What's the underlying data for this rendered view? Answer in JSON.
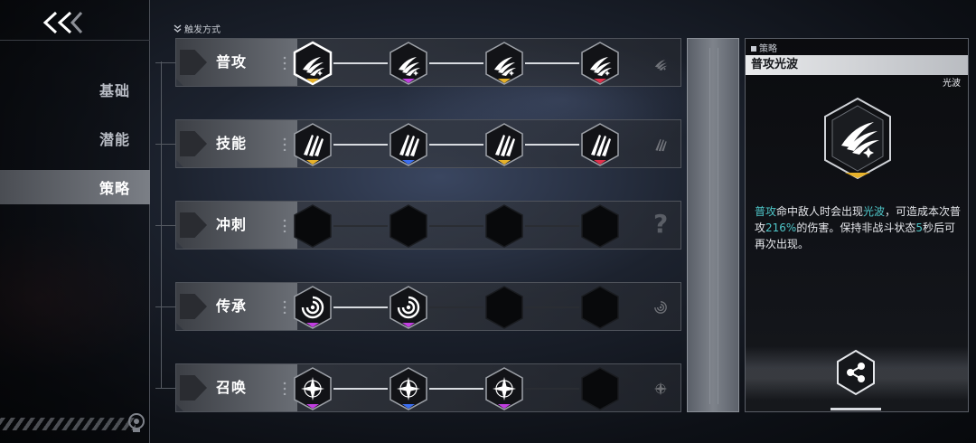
{
  "nav": {
    "items": [
      {
        "label": "基础",
        "active": false
      },
      {
        "label": "潜能",
        "active": false
      },
      {
        "label": "策略",
        "active": true
      }
    ]
  },
  "section": {
    "title": "触发方式"
  },
  "rows": [
    {
      "label": "普攻",
      "icon": "light-wave-icon",
      "bars": [
        "#e7b22a",
        "#c13fe0",
        "#e7b22a",
        "#e0304b"
      ],
      "filled": 4
    },
    {
      "label": "技能",
      "icon": "claw-slash-icon",
      "bars": [
        "#e7b22a",
        "#3b6ef0",
        "#e7b22a",
        "#e0304b"
      ],
      "filled": 4
    },
    {
      "label": "冲刺",
      "icon": "question-icon",
      "bars": [],
      "filled": 0
    },
    {
      "label": "传承",
      "icon": "vortex-icon",
      "bars": [
        "#c13fe0",
        "#c13fe0"
      ],
      "filled": 2
    },
    {
      "label": "召唤",
      "icon": "sparkle-icon",
      "bars": [
        "#c13fe0",
        "#3b6ef0",
        "#c13fe0"
      ],
      "filled": 3
    }
  ],
  "detail": {
    "kicker": "策略",
    "title": "普攻光波",
    "subtitle": "光波",
    "description_parts": [
      {
        "text": "普攻",
        "hl": true
      },
      {
        "text": "命中敌人时会出现",
        "hl": false
      },
      {
        "text": "光波",
        "hl": true
      },
      {
        "text": "，可造成本次普攻",
        "hl": false
      },
      {
        "text": "216%",
        "hl": true
      },
      {
        "text": "的伤害。保持非战斗状态",
        "hl": false
      },
      {
        "text": "5",
        "hl": true
      },
      {
        "text": "秒后可再次出现。",
        "hl": false
      }
    ],
    "highlight_color": "#4fc7c9",
    "rarity_color": "#e7b22a"
  }
}
